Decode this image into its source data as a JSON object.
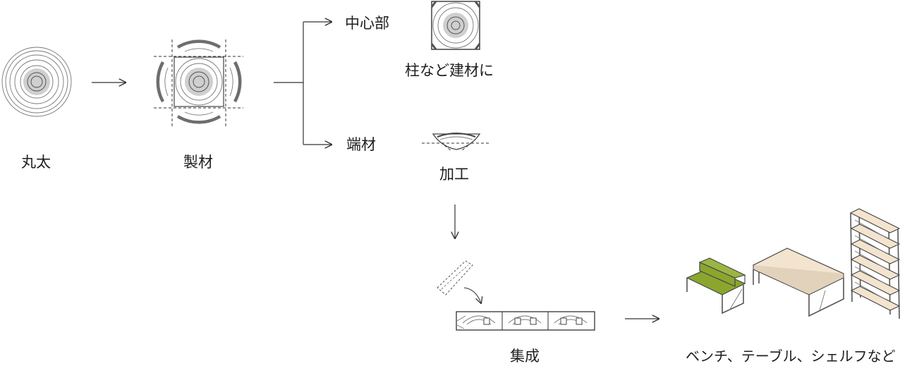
{
  "labels": {
    "log": "丸太",
    "sawn": "製材",
    "core": "中心部",
    "core_use": "柱など建材に",
    "offcut": "端材",
    "process": "加工",
    "laminate": "集成",
    "products": "ベンチ、テーブル、シェルフなど"
  },
  "colors": {
    "core_fill": "#cfcfcf",
    "bench_seat": "#8aa62f",
    "wood_top": "#f3e4cf",
    "line": "#444444"
  }
}
